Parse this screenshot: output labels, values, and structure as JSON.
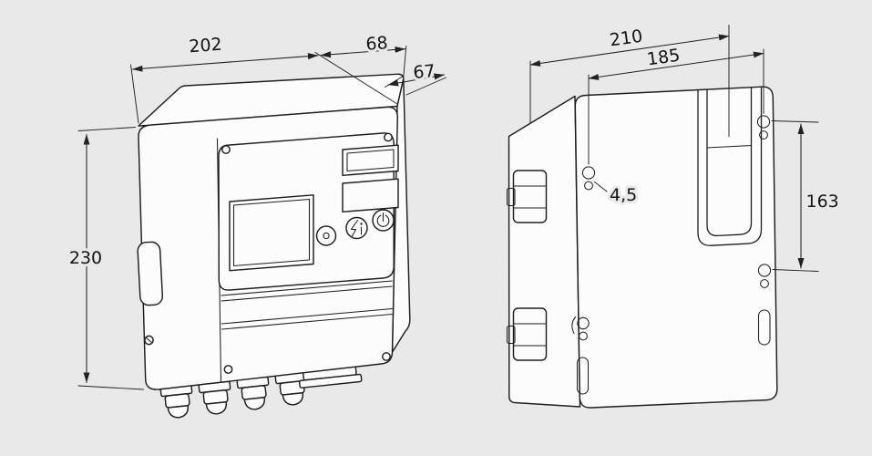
{
  "page": {
    "background_color": "#e9e9e9",
    "line_color": "#1f1f1f",
    "face_color": "#fcfcfc"
  },
  "drawing": {
    "unit": "mm",
    "front_view": {
      "width": "202",
      "depth_top": "68",
      "depth_body": "67",
      "height": "230"
    },
    "back_view": {
      "width_overall": "210",
      "width_mounting": "185",
      "hole_spacing_vertical": "163",
      "hole_diameter": "4,5"
    }
  }
}
